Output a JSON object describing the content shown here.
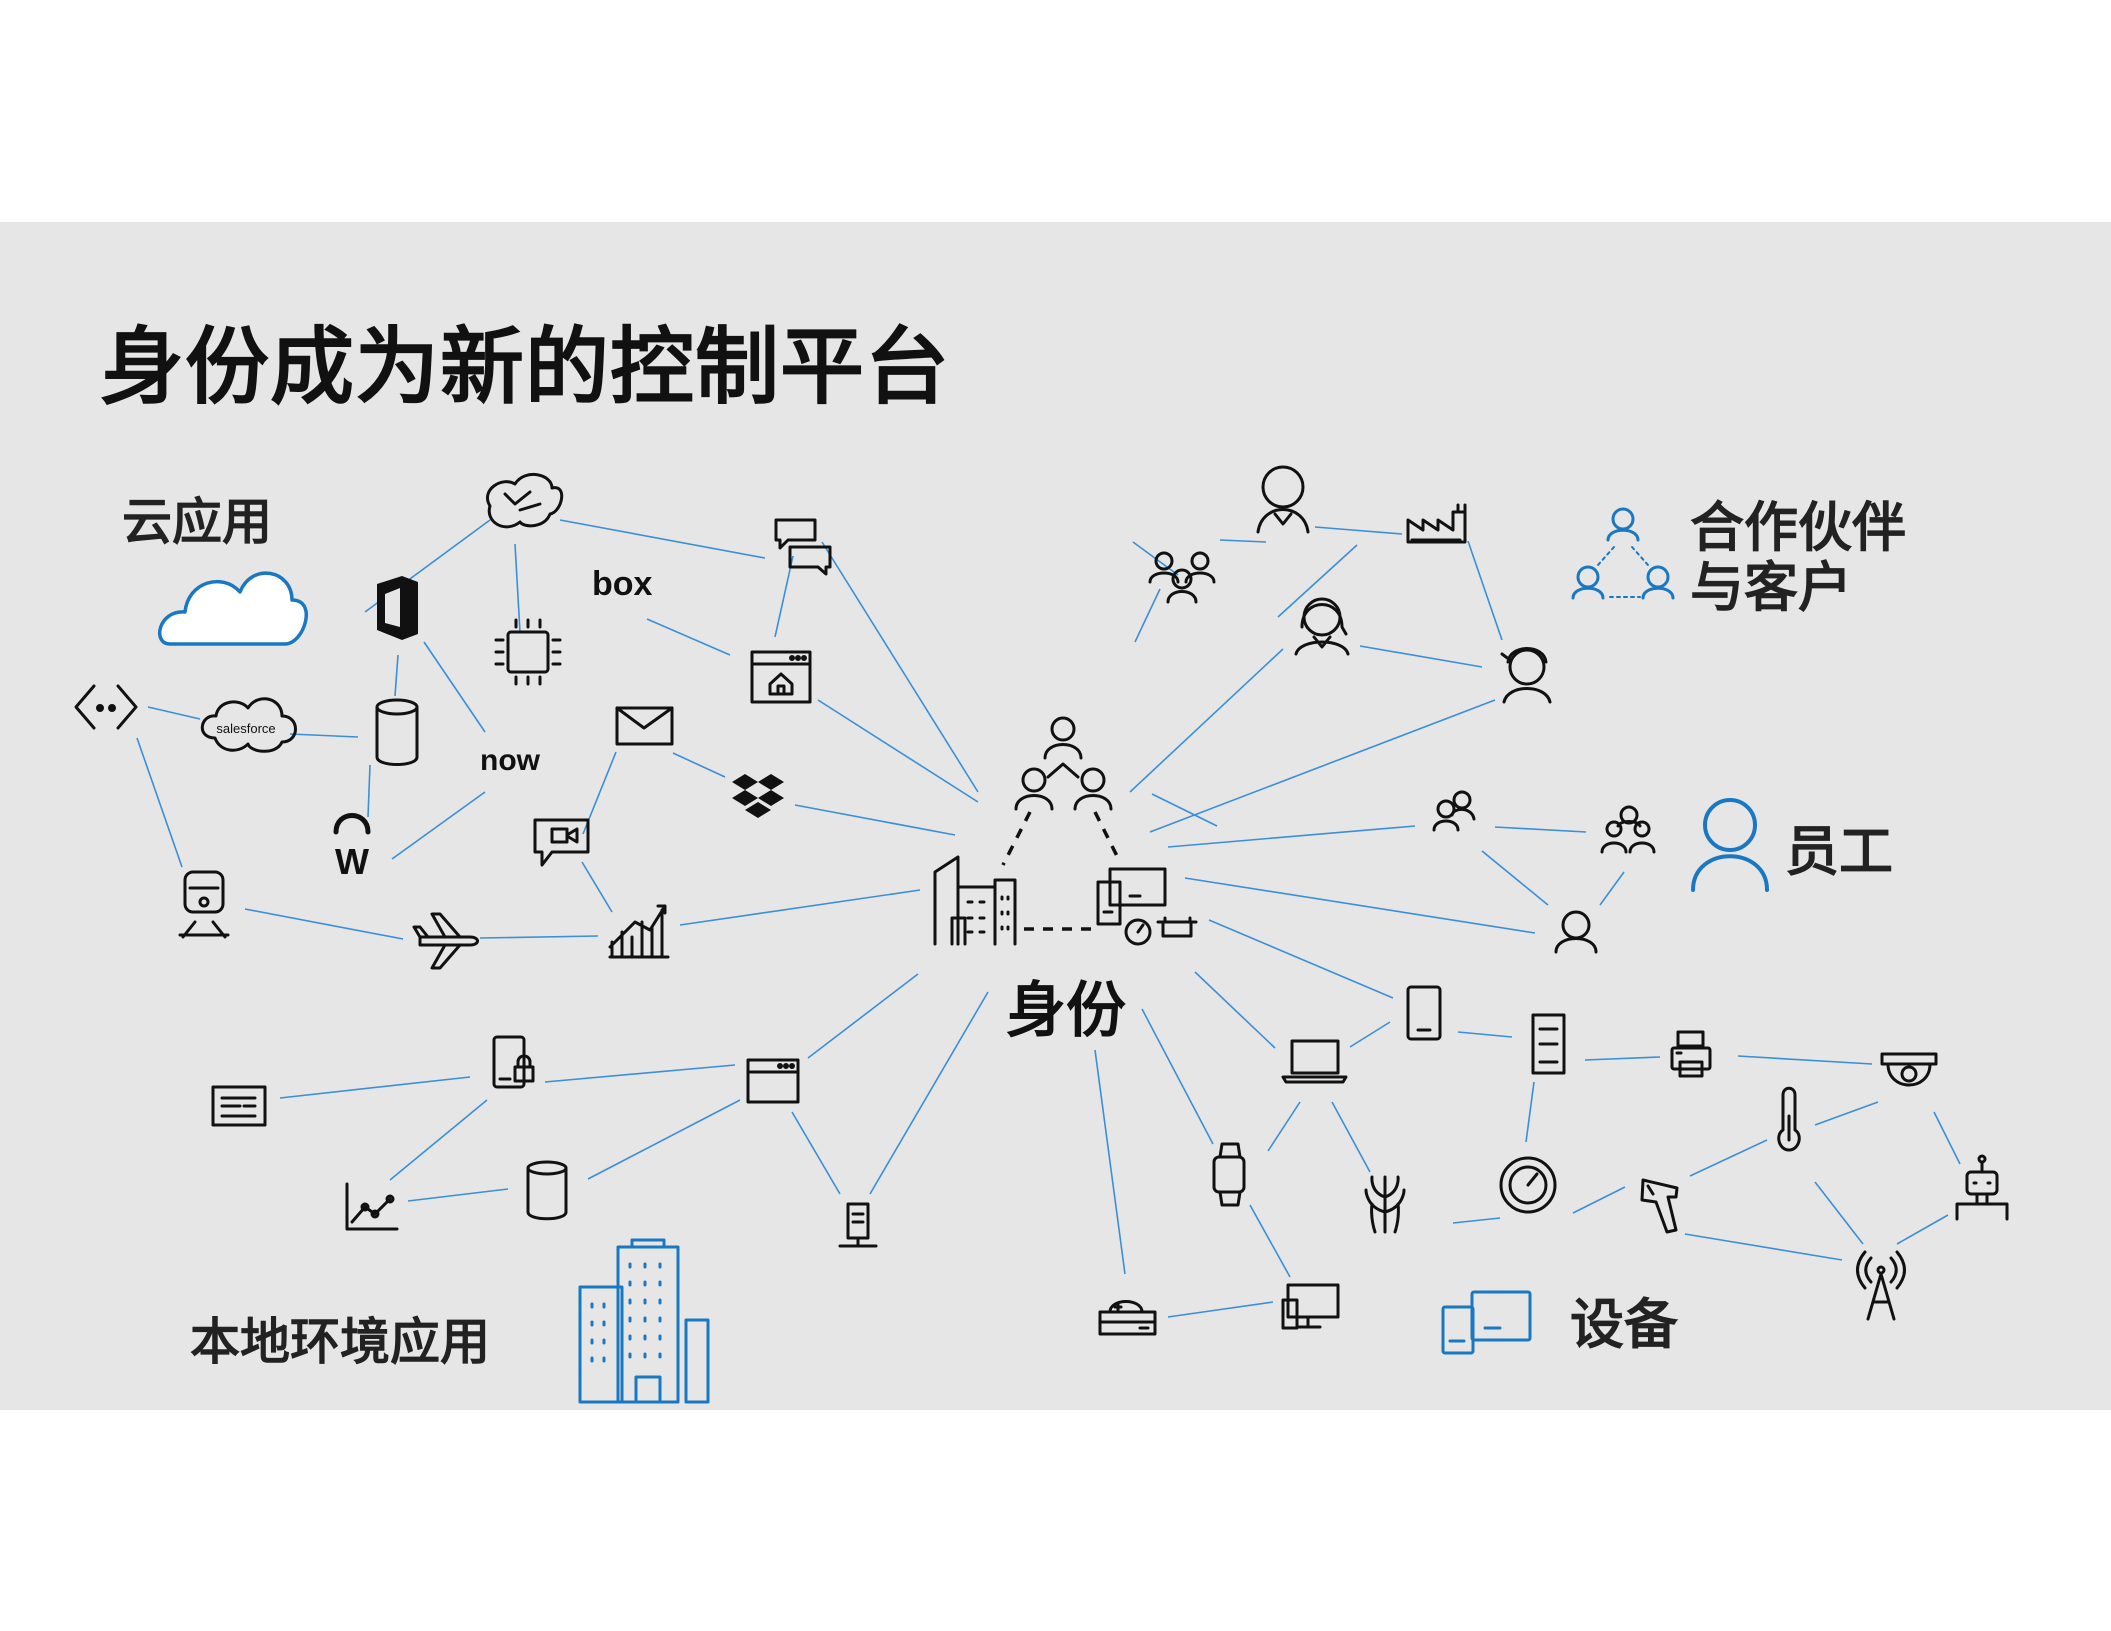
{
  "title": "身份成为新的控制平台",
  "sections": {
    "cloud_apps": "云应用",
    "onprem_apps": "本地环境应用",
    "partners_line1": "合作伙伴",
    "partners_line2": "与客户",
    "employees": "员工",
    "devices": "设备",
    "identity": "身份"
  },
  "logos": {
    "box": "box",
    "salesforce": "salesforce",
    "servicenow": "now"
  },
  "colors": {
    "background": "#e6e6e6",
    "line": "#3a8fd8",
    "accent": "#1a78c2",
    "icon": "#111111"
  }
}
